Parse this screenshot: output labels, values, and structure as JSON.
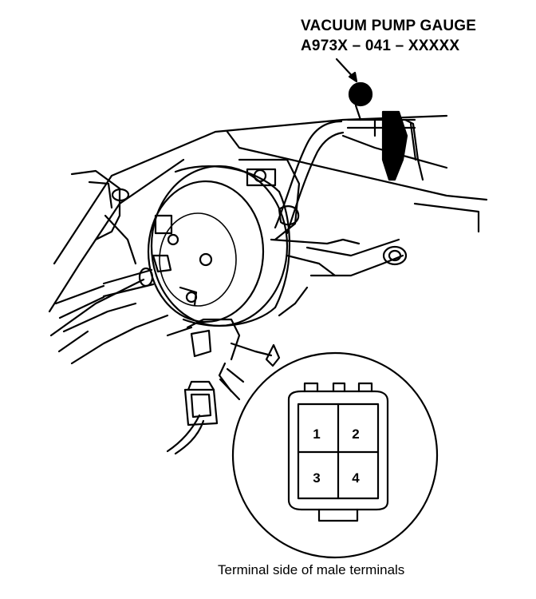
{
  "callout": {
    "name": "VACUUM PUMP GAUGE",
    "part_number": "A973X – 041 – XXXXX"
  },
  "connector": {
    "terminals": [
      "1",
      "2",
      "3",
      "4"
    ]
  },
  "caption": "Terminal side of male terminals"
}
